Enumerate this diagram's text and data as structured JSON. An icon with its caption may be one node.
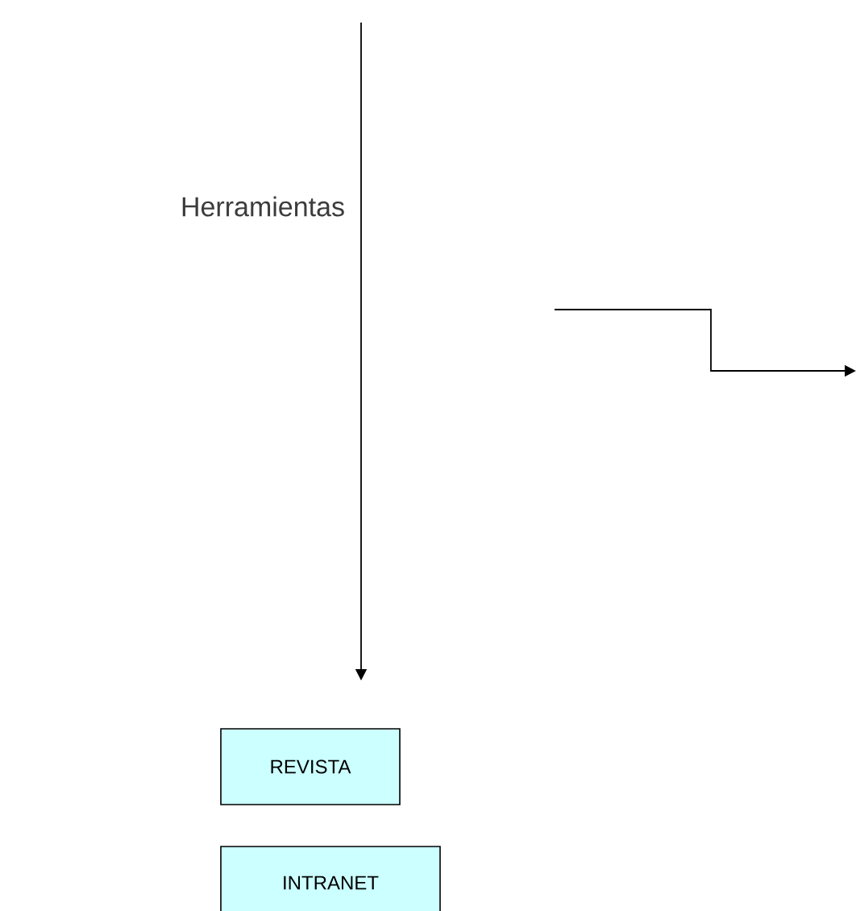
{
  "diagram": {
    "nodes": [
      {
        "text": [
          "REVISTA"
        ]
      },
      {
        "text": [
          "INTRANET"
        ]
      }
    ],
    "labels": [
      "Herramientas"
    ]
  }
}
